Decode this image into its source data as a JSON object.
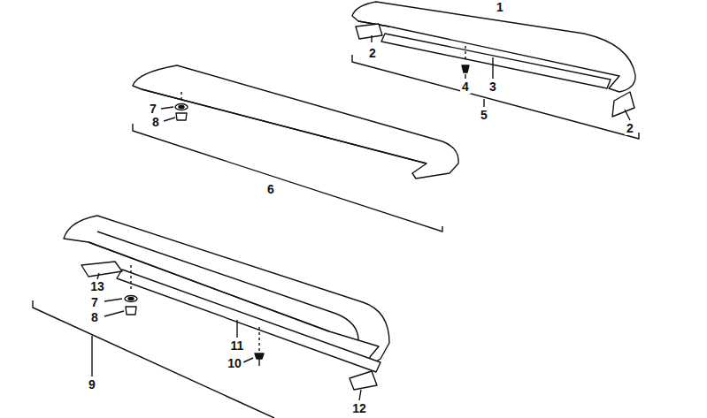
{
  "diagram": {
    "labels": [
      "1",
      "2",
      "4",
      "3",
      "5",
      "2",
      "7",
      "8",
      "6",
      "13",
      "7",
      "8",
      "11",
      "10",
      "9",
      "12"
    ]
  }
}
